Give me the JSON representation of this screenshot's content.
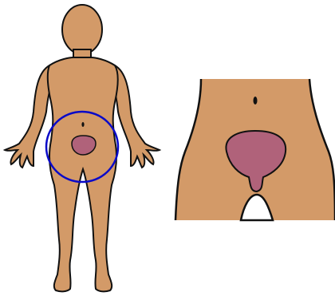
{
  "figure": {
    "subject": "bladder",
    "colors": {
      "skin": "#D39A68",
      "outline": "#111111",
      "organ": "#B0627A",
      "highlight_circle": "#0A0AC8",
      "background": "#FFFFFF"
    },
    "panels": [
      {
        "id": "full-body",
        "view": "front"
      },
      {
        "id": "zoom-inset",
        "view": "pelvis-closeup"
      }
    ]
  }
}
